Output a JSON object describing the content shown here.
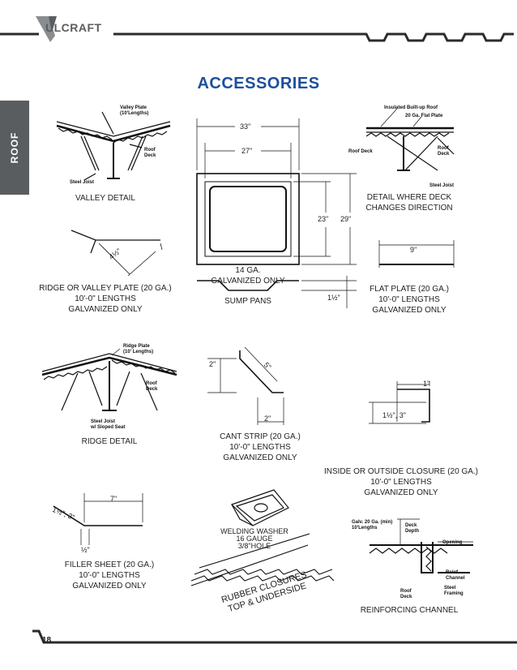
{
  "header": {
    "brand": "ULCRAFT",
    "logo_letter": "V"
  },
  "side_tab": {
    "label": "ROOF"
  },
  "page": {
    "title": "ACCESSORIES",
    "number": "18"
  },
  "valley": {
    "caption": "VALLEY DETAIL",
    "labels": {
      "plate": "Valley Plate\n(10'Lengths)",
      "deck": "Roof\nDeck",
      "joist": "Steel Joist"
    }
  },
  "ridge_plate": {
    "dim": "4½\"",
    "caption": "RIDGE OR VALLEY PLATE (20 GA.)\n10'-0\" LENGTHS\nGALVANIZED ONLY"
  },
  "sump": {
    "dim_outer": "33\"",
    "dim_inner": "27\"",
    "dim_h_inner": "23\"",
    "dim_h_outer": "29\"",
    "dim_depth": "1½\"",
    "caption_a": "14 GA.\nGALVANIZED ONLY",
    "caption_b": "SUMP PANS"
  },
  "deck_change": {
    "caption": "DETAIL WHERE DECK\nCHANGES DIRECTION",
    "labels": {
      "roof": "Insulated Built-up Roof",
      "plate": "20 Ga. Flat Plate",
      "deck_left": "Roof Deck",
      "deck_right": "Roof\nDeck",
      "joist": "Steel Joist"
    }
  },
  "flat_plate": {
    "dim": "9\"",
    "caption": "FLAT PLATE (20 GA.)\n10'-0\" LENGTHS\nGALVANIZED ONLY"
  },
  "ridge": {
    "caption": "RIDGE  DETAIL",
    "labels": {
      "plate": "Ridge Plate\n(10' Lengths)",
      "deck": "Roof\nDeck",
      "joist": "Steel Joist\nw/ Sloped Seat"
    }
  },
  "cant": {
    "dim_left": "2\"",
    "dim_diag": "5\"",
    "dim_bottom": "2\"",
    "caption": "CANT STRIP (20 GA.)\n10'-0\" LENGTHS\nGALVANIZED ONLY"
  },
  "closure": {
    "dim_top": "1\"",
    "dim_left": "1½\", 3\"",
    "caption": "INSIDE OR OUTSIDE CLOSURE (20 GA.)\n10'-0\" LENGTHS\nGALVANIZED ONLY"
  },
  "filler": {
    "dim_top": "7\"",
    "dim_diag": "1½\", 3\"",
    "dim_bottom": "½\"",
    "caption": "FILLER SHEET (20 GA.)\n10'-0\" LENGTHS\nGALVANIZED ONLY"
  },
  "washer": {
    "caption": "WELDING WASHER\n16 GAUGE\n3/8\"HOLE"
  },
  "rubber": {
    "caption": "RUBBER CLOSURES\nTOP & UNDERSIDE"
  },
  "channel": {
    "caption": "REINFORCING CHANNEL",
    "labels": {
      "galv": "Galv. 20 Ga. (min)\n10'Lengths",
      "depth": "Deck\nDepth",
      "opening": "Opening",
      "reinf": "Reinf.\nChannel",
      "deck": "Roof\nDeck",
      "framing": "Steel\nFraming"
    }
  },
  "colors": {
    "accent": "#1e4f9c",
    "tab": "#5a5d60",
    "rule": "#2b2b2b"
  }
}
